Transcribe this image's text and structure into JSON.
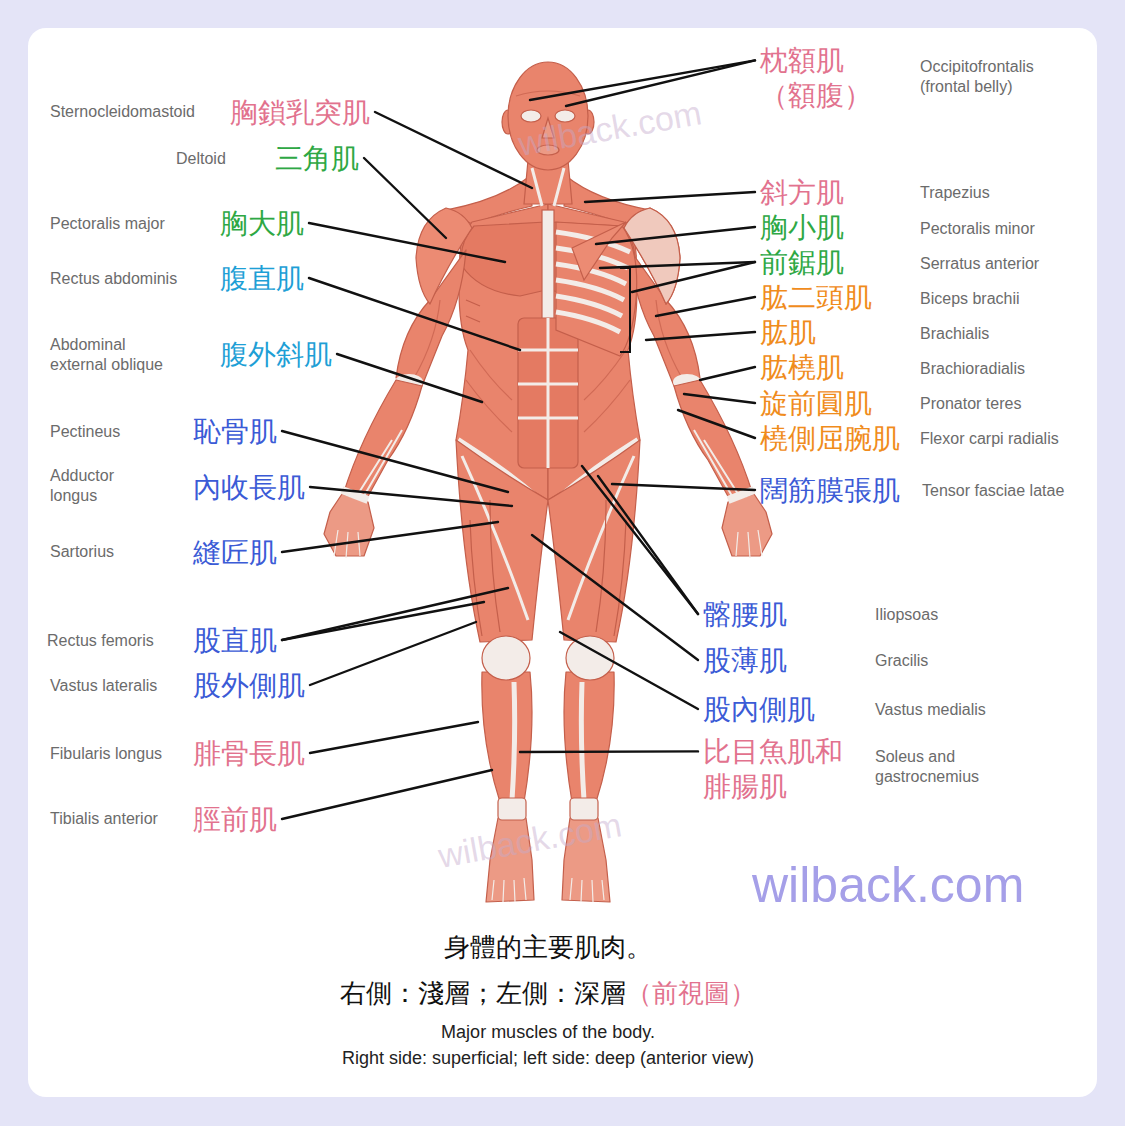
{
  "diagram": {
    "labels": [
      "枕額肌 （額腹）",
      "Occipitofrontalis (frontal belly)",
      "Sternocleidomastoid",
      "胸鎖乳突肌",
      "wilback.com",
      "Deltoid",
      "三角肌",
      "斜方肌",
      "Trapezius",
      "Pectoralis major",
      "胸大肌",
      "胸小肌",
      "Pectoralis minor",
      "前鋸肌",
      "Serratus anterior",
      "Rectus abdominis",
      "腹直肌",
      "肱二頭肌",
      "Biceps brachii",
      "肱肌",
      "Brachialis",
      "Abdominal external oblique",
      "腹外斜肌",
      "肱橈肌",
      "Brachioradialis",
      "旋前圓肌",
      "Pronator teres",
      "Pectineus",
      "恥骨肌",
      "橈側屈腕肌",
      "Flexor carpi radialis",
      "Adductor longus",
      "內收長肌",
      "闊筋膜張肌",
      "Tensor fasciae latae",
      "Sartorius",
      "縫匠肌",
      "髂腰肌",
      "Iliopsoas",
      "Rectus femoris",
      "股直肌",
      "股薄肌",
      "Gracilis",
      "Vastus lateralis",
      "股外側肌",
      "股內側肌",
      "Vastus medialis",
      "Fibularis longus",
      "腓骨長肌",
      "比目魚肌和 腓腸肌",
      "Soleus and gastrocnemius",
      "脛前肌",
      "Tibialis anterior",
      "wilback.com",
      "wilback.com",
      "身體的主要肌肉。",
      "右側：淺層；左側：深層",
      "（前視圖）",
      "Major muscles of the body.",
      "Right side: superficial; left side: deep (anterior view)"
    ]
  }
}
